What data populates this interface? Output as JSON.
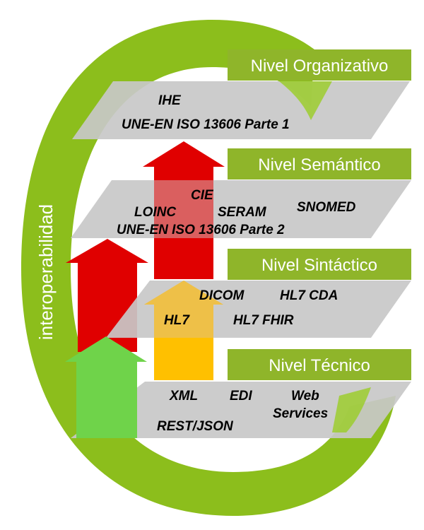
{
  "ring": {
    "label": "interoperabilidad"
  },
  "levels": [
    {
      "title": "Nivel Organizativo",
      "standards": [
        "IHE",
        "UNE-EN ISO 13606 Parte 1"
      ]
    },
    {
      "title": "Nivel Semántico",
      "standards": [
        "CIE",
        "LOINC",
        "SERAM",
        "SNOMED",
        "UNE-EN ISO 13606 Parte 2"
      ]
    },
    {
      "title": "Nivel Sintáctico",
      "standards": [
        "DICOM",
        "HL7 CDA",
        "HL7",
        "HL7 FHIR"
      ]
    },
    {
      "title": "Nivel Técnico",
      "standards": [
        "XML",
        "EDI",
        "Web",
        "Services",
        "REST/JSON"
      ]
    }
  ],
  "colors": {
    "ring_green": "#8cbe1c",
    "label_green": "#8fb52a",
    "plane_grey": "#c8c8c8",
    "arrow_red": "#e00000",
    "arrow_orange": "#ffc000",
    "arrow_green": "#6fd34a"
  }
}
